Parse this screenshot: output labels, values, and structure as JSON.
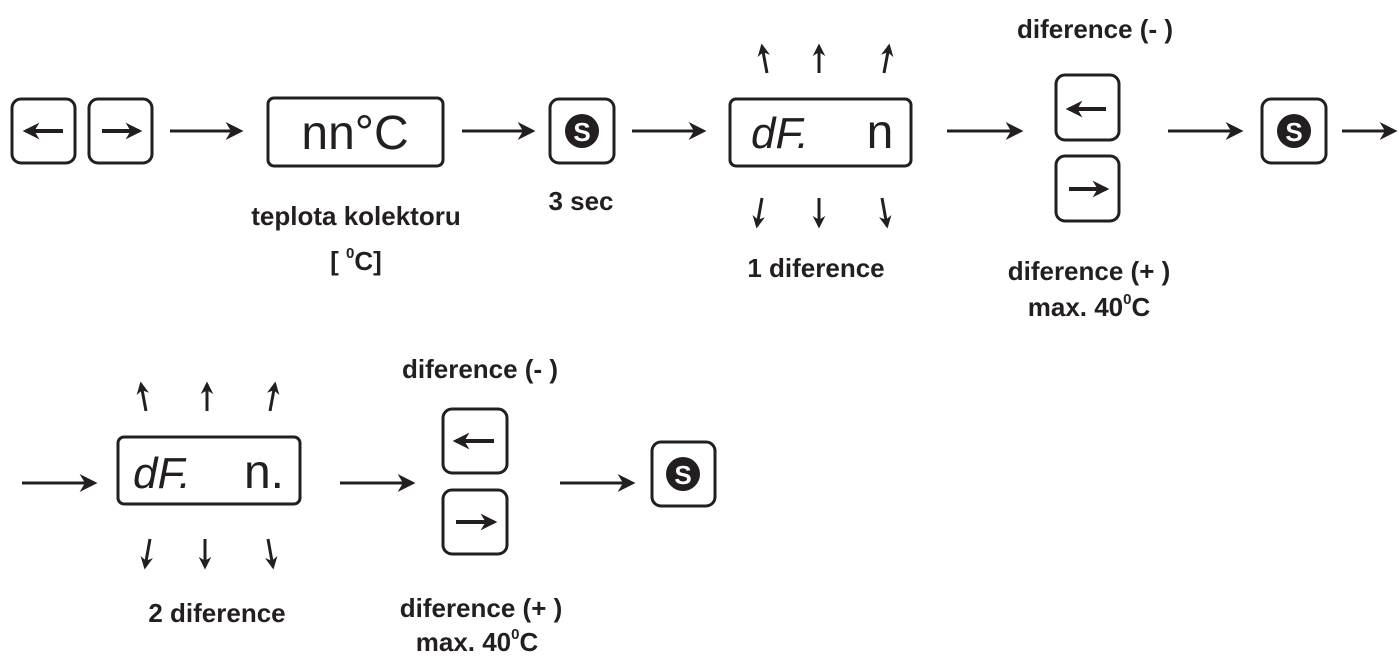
{
  "row1": {
    "collector_display": {
      "text": "nn°C",
      "caption_line1": "teplota kolektoru",
      "caption_line2_open": "[ ",
      "caption_line2_deg": "0",
      "caption_line2_close": "C]"
    },
    "hold_caption": "3 sec",
    "diff_display": {
      "left": "dF.",
      "right": "n"
    },
    "diff_caption": "1 diference",
    "minus_caption": "diference (- )",
    "plus_caption": "diference (+ )",
    "max_prefix": "max. 40",
    "max_deg": "0",
    "max_suffix": "C"
  },
  "row2": {
    "diff_display": {
      "left": "dF.",
      "right": "n."
    },
    "diff_caption": "2 diference",
    "minus_caption": "diference (- )",
    "plus_caption": "diference (+ )",
    "max_prefix": "max. 40",
    "max_deg": "0",
    "max_suffix": "C"
  },
  "icons": {
    "left_key": "left-arrow-key-icon",
    "right_key": "right-arrow-key-icon",
    "set_key": "s-key-icon",
    "flow_arrow": "flow-arrow-icon"
  },
  "colors": {
    "ink": "#231f20",
    "background": "#ffffff"
  }
}
